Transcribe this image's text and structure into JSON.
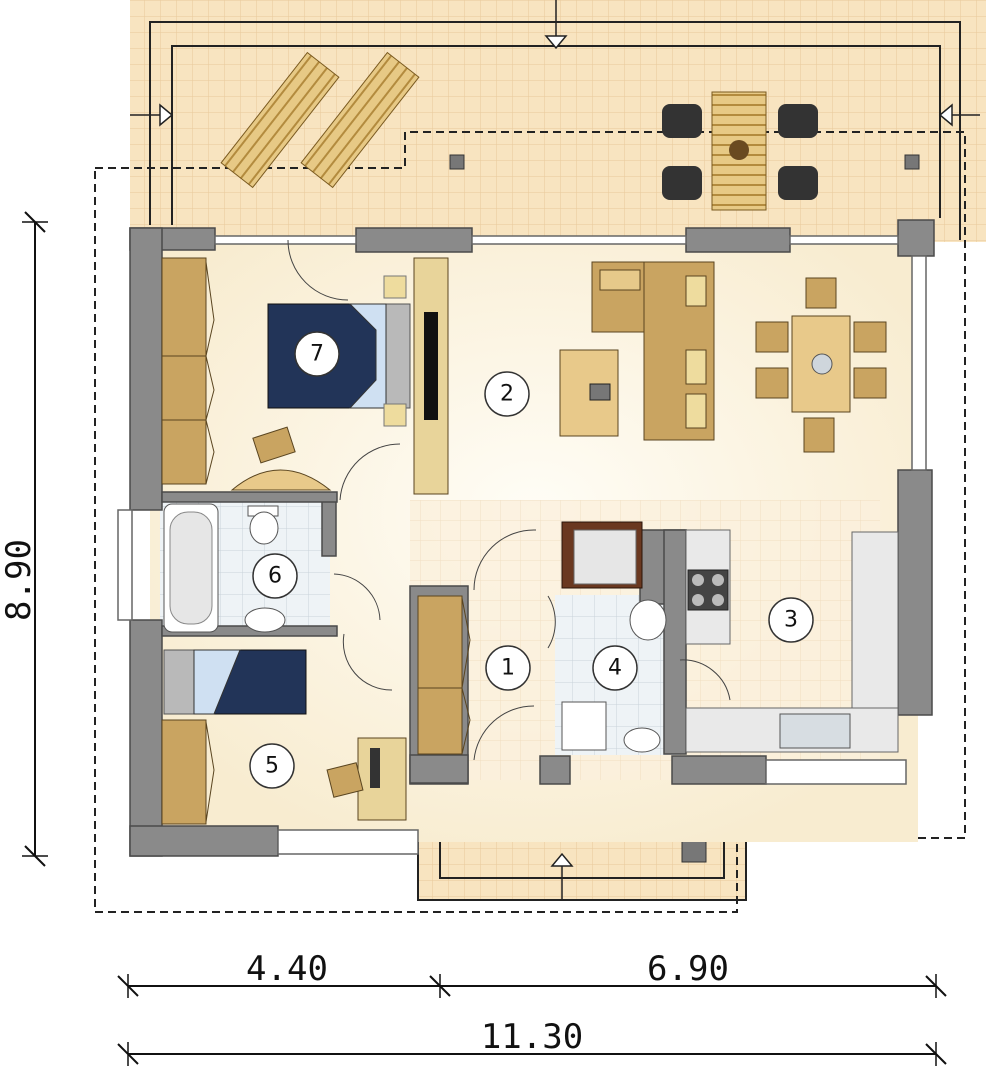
{
  "plan": {
    "rooms": [
      {
        "number": "1"
      },
      {
        "number": "2"
      },
      {
        "number": "3"
      },
      {
        "number": "4"
      },
      {
        "number": "5"
      },
      {
        "number": "6"
      },
      {
        "number": "7"
      }
    ],
    "dimensions": {
      "height": "8.90",
      "width_left": "4.40",
      "width_right": "6.90",
      "width_total": "11.30"
    },
    "colors": {
      "terrace": "#f8e4c0",
      "floor": "#fbf4e2",
      "tile": "#eef3f6",
      "wall": "#8a8a8a",
      "furniture": "#c9a461",
      "bed": "#223458"
    }
  }
}
